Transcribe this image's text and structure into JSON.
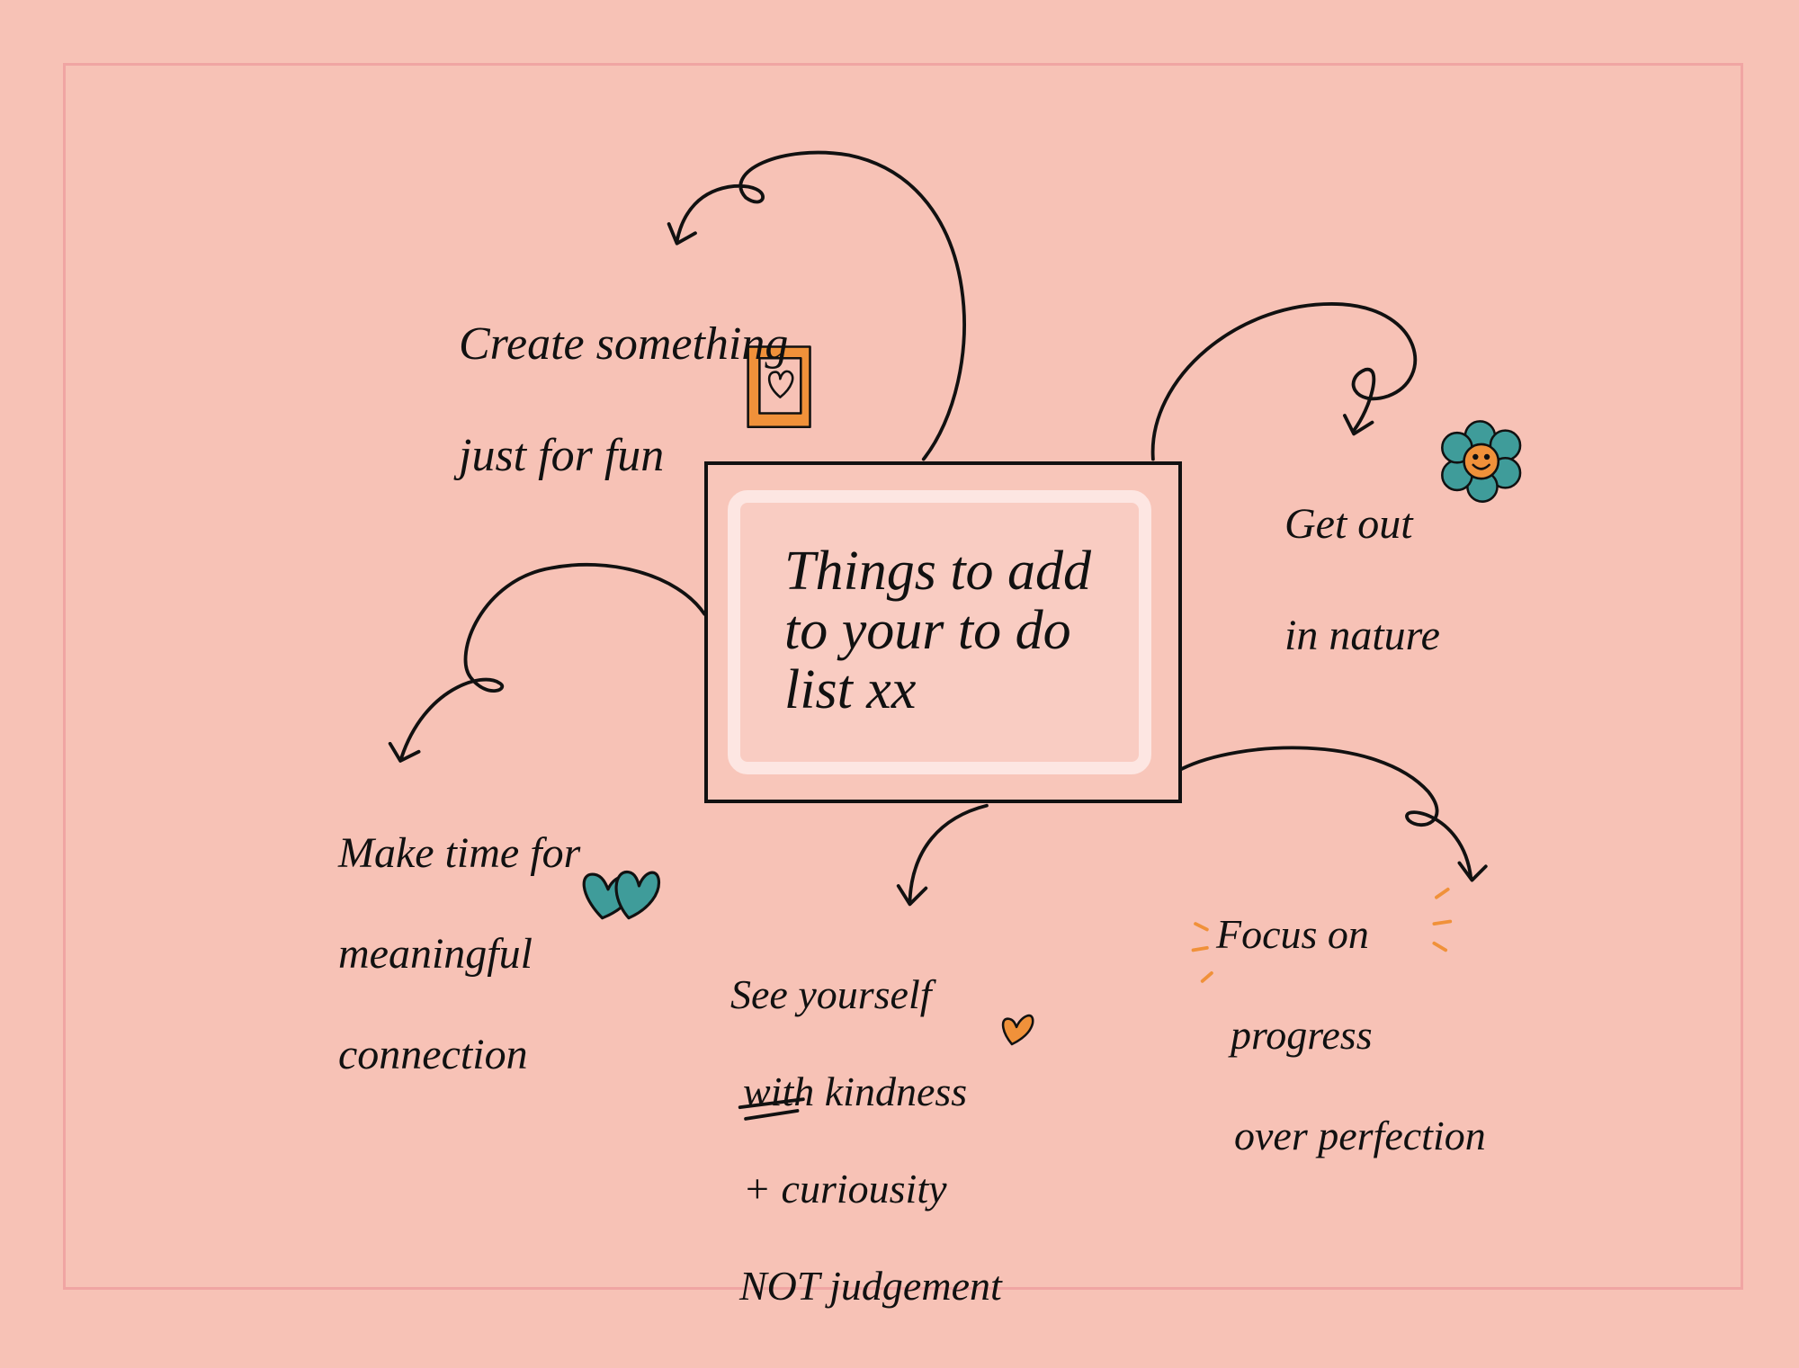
{
  "center": {
    "title": "Things to add to your to do list xx"
  },
  "items": [
    {
      "line1": "Create something",
      "line2": "just for fun",
      "icon": "heart-frame-icon"
    },
    {
      "line1": "Get out",
      "line2": "in nature",
      "icon": "smiling-flower-icon"
    },
    {
      "line1": "Make time for",
      "line2": "meaningful",
      "line3": "connection",
      "icon": "two-hearts-icon"
    },
    {
      "line1": "See yourself",
      "line2": "with kindness",
      "line3": "+ curiousity",
      "line4": "NOT judgement",
      "icon": "heart-icon"
    },
    {
      "line1": "Focus on",
      "line2": "progress",
      "line3": "over perfection",
      "icon": "sparkle-rays-icon"
    }
  ],
  "colors": {
    "background": "#f7c2b6",
    "frame": "#f0a5a3",
    "ink": "#111111",
    "orange": "#f0913a",
    "teal": "#3f9c9a"
  }
}
